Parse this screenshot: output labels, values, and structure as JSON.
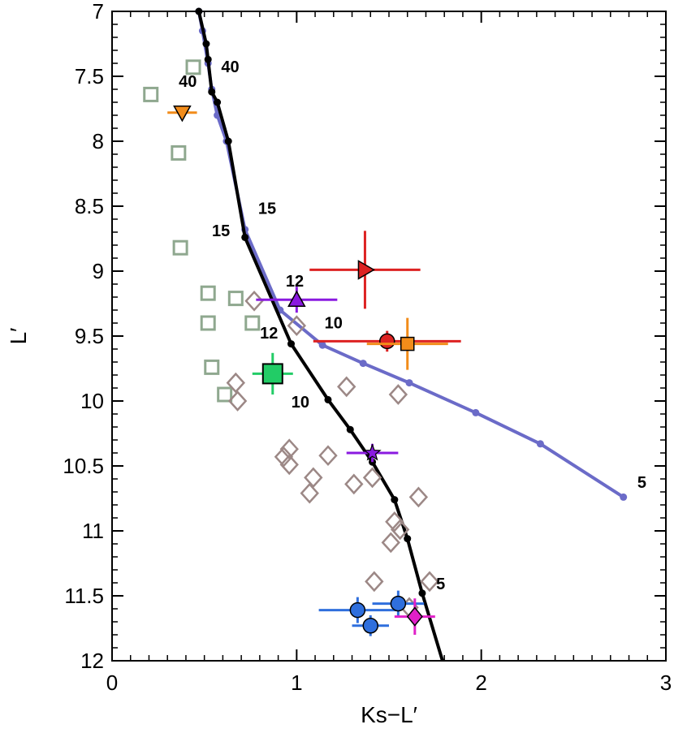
{
  "chart_data": {
    "type": "scatter",
    "title": "",
    "xlabel": "Ks−L′",
    "ylabel": "L′",
    "xlim": [
      0,
      3
    ],
    "ylim": [
      12,
      7
    ],
    "y_inverted": true,
    "grid": false,
    "x_ticks": [
      "0",
      "1",
      "2",
      "3"
    ],
    "y_ticks": [
      "7",
      "7.5",
      "8",
      "8.5",
      "9",
      "9.5",
      "10",
      "10.5",
      "11",
      "11.5",
      "12"
    ],
    "colors": {
      "black_track": "#000000",
      "blue_track": "#6B6BC8",
      "grey_square": "#8FA88F",
      "grey_diamond": "#9C8886",
      "green_square": "#22CC66",
      "orange": "#F28C1A",
      "red": "#DD2222",
      "purple": "#8A1AE0",
      "blue_circle": "#2F6FDD",
      "magenta": "#E020C8"
    },
    "series": [
      {
        "marker": "line-dots",
        "color": "#6B6BC8",
        "points": [
          {
            "x": 0.47,
            "y": 7.0
          },
          {
            "x": 0.49,
            "y": 7.15
          },
          {
            "x": 0.52,
            "y": 7.4
          },
          {
            "x": 0.54,
            "y": 7.6
          },
          {
            "x": 0.57,
            "y": 7.8
          },
          {
            "x": 0.62,
            "y": 8.0
          },
          {
            "x": 0.72,
            "y": 8.68
          },
          {
            "x": 0.91,
            "y": 9.3
          },
          {
            "x": 1.14,
            "y": 9.57
          },
          {
            "x": 1.36,
            "y": 9.71
          },
          {
            "x": 1.61,
            "y": 9.86
          },
          {
            "x": 1.97,
            "y": 10.09
          },
          {
            "x": 2.32,
            "y": 10.33
          },
          {
            "x": 2.77,
            "y": 10.74
          }
        ]
      },
      {
        "marker": "line-dots",
        "color": "#000000",
        "points": [
          {
            "x": 0.47,
            "y": 7.0
          },
          {
            "x": 0.51,
            "y": 7.25
          },
          {
            "x": 0.52,
            "y": 7.37
          },
          {
            "x": 0.54,
            "y": 7.62
          },
          {
            "x": 0.57,
            "y": 7.7
          },
          {
            "x": 0.63,
            "y": 8.0
          },
          {
            "x": 0.72,
            "y": 8.74
          },
          {
            "x": 0.97,
            "y": 9.56
          },
          {
            "x": 1.17,
            "y": 9.99
          },
          {
            "x": 1.29,
            "y": 10.22
          },
          {
            "x": 1.41,
            "y": 10.47
          },
          {
            "x": 1.53,
            "y": 10.76
          },
          {
            "x": 1.6,
            "y": 11.06
          },
          {
            "x": 1.68,
            "y": 11.48
          },
          {
            "x": 1.79,
            "y": 12.0
          }
        ]
      },
      {
        "marker": "open-square",
        "color": "#8FA88F",
        "points": [
          {
            "x": 0.44,
            "y": 7.43
          },
          {
            "x": 0.21,
            "y": 7.64
          },
          {
            "x": 0.36,
            "y": 8.09
          },
          {
            "x": 0.37,
            "y": 8.82
          },
          {
            "x": 0.52,
            "y": 9.17
          },
          {
            "x": 0.52,
            "y": 9.4
          },
          {
            "x": 0.67,
            "y": 9.21
          },
          {
            "x": 0.76,
            "y": 9.4
          },
          {
            "x": 0.54,
            "y": 9.74
          },
          {
            "x": 0.61,
            "y": 9.95
          }
        ]
      },
      {
        "marker": "open-diamond",
        "color": "#9C8886",
        "points": [
          {
            "x": 0.77,
            "y": 9.23
          },
          {
            "x": 1.0,
            "y": 9.42
          },
          {
            "x": 0.67,
            "y": 9.86
          },
          {
            "x": 0.68,
            "y": 10.0
          },
          {
            "x": 1.27,
            "y": 9.89
          },
          {
            "x": 1.55,
            "y": 9.95
          },
          {
            "x": 0.93,
            "y": 10.43
          },
          {
            "x": 0.96,
            "y": 10.37
          },
          {
            "x": 0.96,
            "y": 10.49
          },
          {
            "x": 1.17,
            "y": 10.42
          },
          {
            "x": 1.09,
            "y": 10.59
          },
          {
            "x": 1.07,
            "y": 10.71
          },
          {
            "x": 1.31,
            "y": 10.64
          },
          {
            "x": 1.41,
            "y": 10.59
          },
          {
            "x": 1.66,
            "y": 10.74
          },
          {
            "x": 1.53,
            "y": 10.93
          },
          {
            "x": 1.56,
            "y": 10.99
          },
          {
            "x": 1.51,
            "y": 11.09
          },
          {
            "x": 1.42,
            "y": 11.39
          },
          {
            "x": 1.72,
            "y": 11.39
          },
          {
            "x": 1.61,
            "y": 11.59
          }
        ]
      },
      {
        "marker": "filled-triangle-down",
        "color": "#F28C1A",
        "points": [
          {
            "x": 0.38,
            "y": 7.78,
            "xerr": 0.08,
            "yerr": 0
          }
        ]
      },
      {
        "marker": "filled-triangle-right",
        "color": "#DD2222",
        "points": [
          {
            "x": 1.37,
            "y": 8.99,
            "xerr": 0.3,
            "yerr": 0.3
          }
        ]
      },
      {
        "marker": "filled-triangle-up",
        "color": "#8A1AE0",
        "points": [
          {
            "x": 1.0,
            "y": 9.22,
            "xerr": 0.22,
            "yerr": 0.1
          }
        ]
      },
      {
        "marker": "filled-circle",
        "color": "#DD2222",
        "points": [
          {
            "x": 1.49,
            "y": 9.54,
            "xerr": 0.4,
            "yerr": 0.08
          }
        ]
      },
      {
        "marker": "filled-square",
        "color": "#F28C1A",
        "points": [
          {
            "x": 1.6,
            "y": 9.56,
            "xerr": 0.22,
            "yerr": 0.2
          }
        ]
      },
      {
        "marker": "filled-square-large",
        "color": "#22CC66",
        "points": [
          {
            "x": 0.87,
            "y": 9.79,
            "xerr": 0.11,
            "yerr": 0.16
          }
        ]
      },
      {
        "marker": "filled-star",
        "color": "#8A1AE0",
        "points": [
          {
            "x": 1.41,
            "y": 10.4,
            "xerr": 0.14,
            "yerr": 0.07
          }
        ]
      },
      {
        "marker": "filled-circle",
        "color": "#2F6FDD",
        "points": [
          {
            "x": 1.33,
            "y": 11.61,
            "xerr": 0.21,
            "yerr": 0.1
          },
          {
            "x": 1.4,
            "y": 11.73,
            "xerr": 0.1,
            "yerr": 0.08
          },
          {
            "x": 1.55,
            "y": 11.56,
            "xerr": 0.14,
            "yerr": 0.1
          }
        ]
      },
      {
        "marker": "filled-diamond",
        "color": "#E020C8",
        "points": [
          {
            "x": 1.64,
            "y": 11.66,
            "xerr": 0.11,
            "yerr": 0.14
          }
        ]
      }
    ],
    "annotations": [
      {
        "text": "40",
        "x": 0.41,
        "y": 7.58
      },
      {
        "text": "40",
        "x": 0.64,
        "y": 7.47
      },
      {
        "text": "15",
        "x": 0.84,
        "y": 8.56
      },
      {
        "text": "15",
        "x": 0.59,
        "y": 8.73
      },
      {
        "text": "12",
        "x": 0.99,
        "y": 9.12
      },
      {
        "text": "12",
        "x": 0.85,
        "y": 9.52
      },
      {
        "text": "10",
        "x": 1.2,
        "y": 9.44
      },
      {
        "text": "10",
        "x": 1.02,
        "y": 10.05
      },
      {
        "text": "5",
        "x": 1.78,
        "y": 11.45
      },
      {
        "text": "5",
        "x": 2.87,
        "y": 10.67
      }
    ]
  }
}
